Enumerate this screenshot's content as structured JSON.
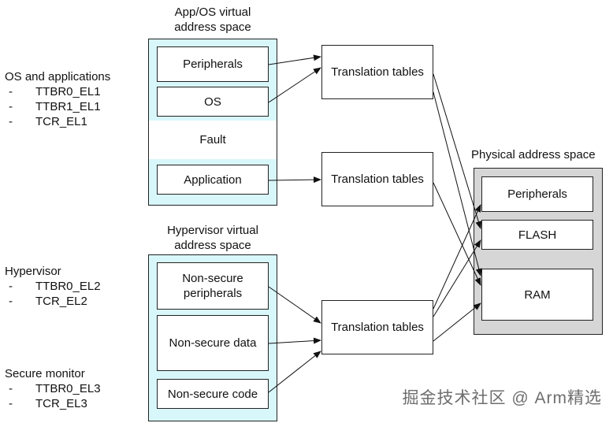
{
  "titles": {
    "app_os_line1": "App/OS virtual",
    "app_os_line2": "address space",
    "hyp_line1": "Hypervisor virtual",
    "hyp_line2": "address space",
    "physical": "Physical address space"
  },
  "left_labels": {
    "os": {
      "heading": "OS and applications",
      "items": [
        "TTBR0_EL1",
        "TTBR1_EL1",
        "TCR_EL1"
      ]
    },
    "hypervisor": {
      "heading": "Hypervisor",
      "items": [
        "TTBR0_EL2",
        "TCR_EL2"
      ]
    },
    "secure": {
      "heading": "Secure monitor",
      "items": [
        "TTBR0_EL3",
        "TCR_EL3"
      ]
    },
    "dash": "-"
  },
  "app_space": {
    "peripherals": "Peripherals",
    "os": "OS",
    "fault": "Fault",
    "application": "Application"
  },
  "hyp_space": {
    "ns_periph_line1": "Non-secure",
    "ns_periph_line2": "peripherals",
    "ns_data": "Non-secure data",
    "ns_code": "Non-secure code"
  },
  "translation": {
    "t1": "Translation tables",
    "t2": "Translation tables",
    "t3": "Translation tables"
  },
  "physical": {
    "peripherals": "Peripherals",
    "flash": "FLASH",
    "ram": "RAM"
  },
  "watermark": "掘金技术社区 @ Arm精选",
  "colors": {
    "app_space_fill": "#d8f7fb",
    "physical_fill": "#d6d6d6",
    "stroke": "#222222"
  }
}
